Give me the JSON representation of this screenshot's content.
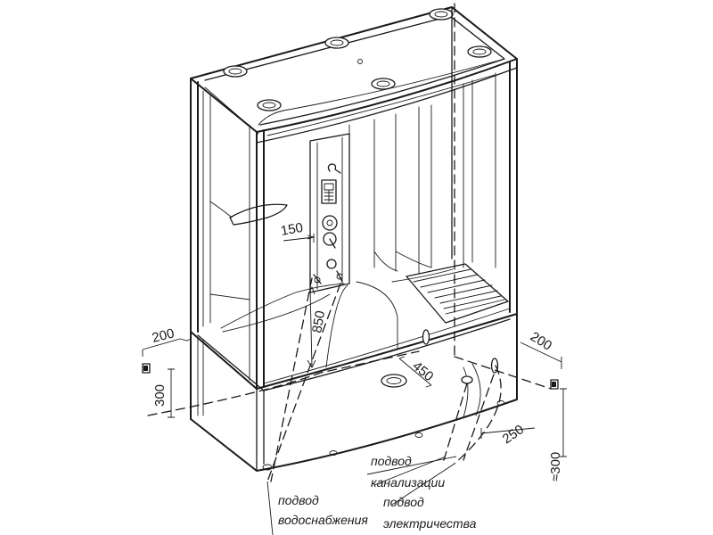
{
  "dimensions": {
    "d150": "150",
    "d850": "850",
    "d450": "450",
    "d200_left": "200",
    "d300_left": "300",
    "d200_right": "200",
    "d250": "250",
    "d300_right": "≈300"
  },
  "labels": {
    "water_line1": "подвод",
    "water_line2": "водоснабжения",
    "sewer_line1": "подвод",
    "sewer_line2": "канализации",
    "power_line1": "подвод",
    "power_line2": "электричества"
  },
  "colors": {
    "ink": "#1a1a1a",
    "paper": "#ffffff"
  }
}
